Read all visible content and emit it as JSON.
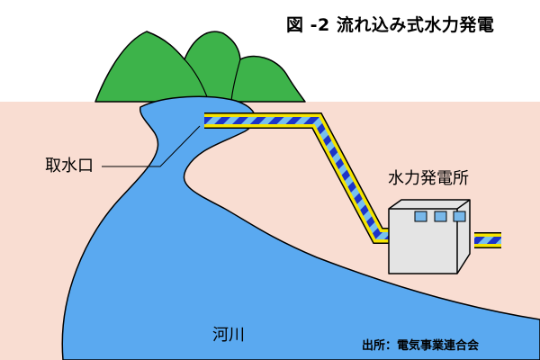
{
  "title": "図 -2 流れ込み式水力発電",
  "labels": {
    "intake": "取水口",
    "power_plant": "水力発電所",
    "river": "河川"
  },
  "source": "出所：電気事業連合会",
  "colors": {
    "ground": "#f9ddd2",
    "mountain": "#3db34a",
    "river": "#5aa9f0",
    "penstock_outer": "#f5e400",
    "penstock_stripe_dark": "#1c34c8",
    "penstock_stripe_light": "#77c0ee",
    "building": "#e4e4e4",
    "window": "#78b8ea"
  },
  "icons": {
    "mountains": "mountains-icon",
    "penstock": "penstock-pipe-icon",
    "power_house": "power-house-icon"
  }
}
